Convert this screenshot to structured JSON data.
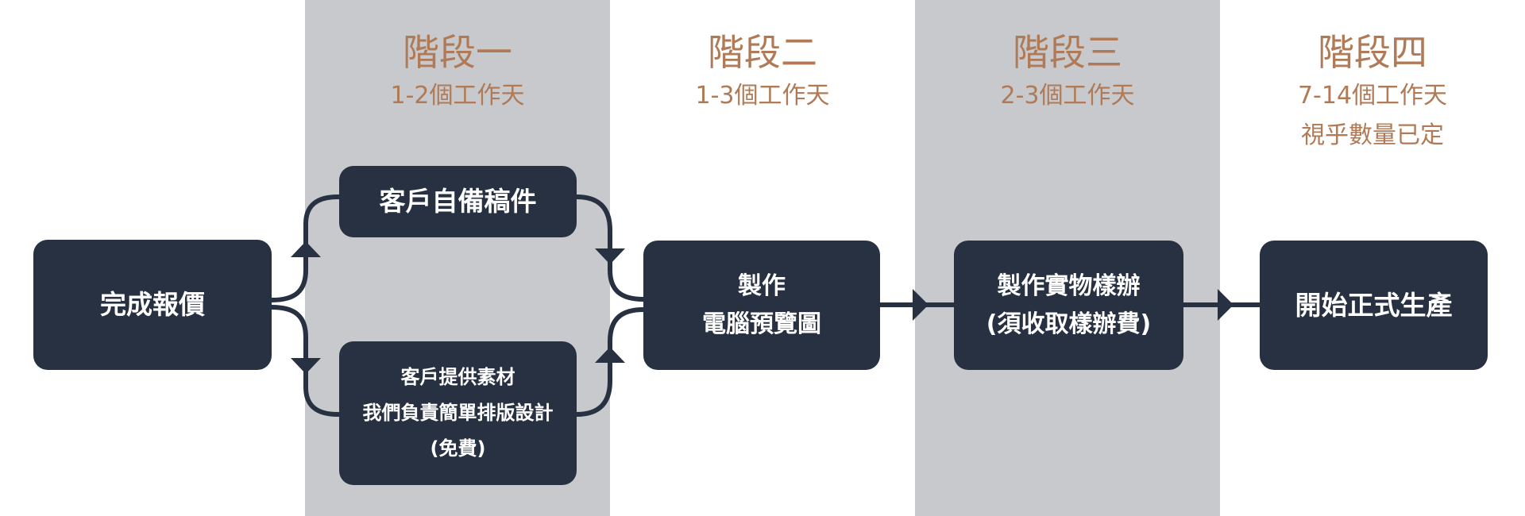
{
  "colors": {
    "accent": "#b07a56",
    "box": "#273142",
    "band": "#c8c9cd",
    "line": "#273142"
  },
  "stages": [
    {
      "title": "階段一",
      "lines": [
        "1-2個工作天"
      ]
    },
    {
      "title": "階段二",
      "lines": [
        "1-3個工作天"
      ]
    },
    {
      "title": "階段三",
      "lines": [
        "2-3個工作天"
      ]
    },
    {
      "title": "階段四",
      "lines": [
        "7-14個工作天",
        "視乎數量已定"
      ]
    }
  ],
  "boxes": {
    "quote": [
      "完成報價"
    ],
    "client_ready": [
      "客戶自備稿件"
    ],
    "client_material": [
      "客戶提供素材",
      "我們負責簡單排版設計",
      "(免費)"
    ],
    "preview": [
      "製作",
      "電腦預覽圖"
    ],
    "sample": [
      "製作實物樣辦",
      "(須收取樣辦費)"
    ],
    "production": [
      "開始正式生產"
    ]
  }
}
